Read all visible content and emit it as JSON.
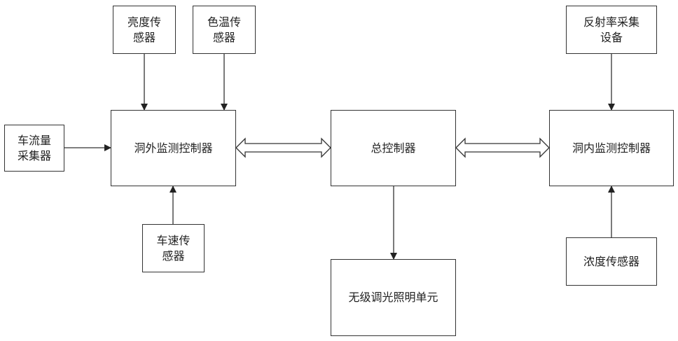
{
  "diagram": {
    "nodes": {
      "brightness_sensor": [
        "亮度传",
        "感器"
      ],
      "color_temp_sensor": [
        "色温传",
        "感器"
      ],
      "traffic_collector": [
        "车流量",
        "采集器"
      ],
      "outside_controller": [
        "洞外监测控制器"
      ],
      "speed_sensor": [
        "车速传",
        "感器"
      ],
      "main_controller": [
        "总控制器"
      ],
      "dimming_unit": [
        "无级调光照明单元"
      ],
      "reflectance_device": [
        "反射率采集",
        "设备"
      ],
      "inside_controller": [
        "洞内监测控制器"
      ],
      "concentration_sensor": [
        "浓度传感器"
      ]
    }
  }
}
